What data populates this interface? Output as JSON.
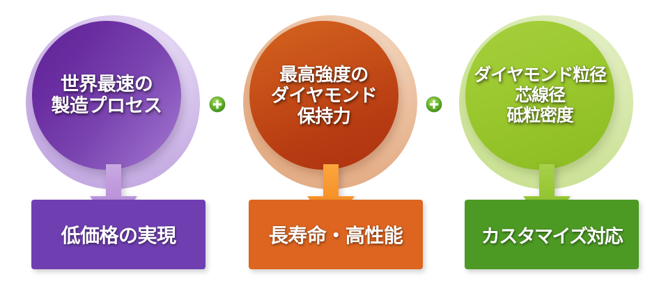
{
  "diagram": {
    "type": "three-column-cause-effect",
    "background_color": "#ffffff",
    "connector_icon": "plus-icon",
    "connectors": [
      {
        "symbol": "+",
        "name": "plus-connector-1"
      },
      {
        "symbol": "+",
        "name": "plus-connector-2"
      }
    ],
    "columns": [
      {
        "id": "speed",
        "cause": "世界最速の\n製造プロセス",
        "effect": "低価格の実現",
        "circle_color": "#6b2ea2",
        "ring_color": "#c8b0e4",
        "box_color": "#6f3fb2",
        "arrow_color": "#b98fd6"
      },
      {
        "id": "strength",
        "cause": "最高強度の\nダイヤモンド\n保持力",
        "effect": "長寿命・高性能",
        "circle_color": "#c64f18",
        "ring_color": "#e5b08a",
        "box_color": "#dd6520",
        "arrow_color": "#f5942c"
      },
      {
        "id": "customize",
        "cause": "ダイヤモンド粒径\n芯線径\n砥粒密度",
        "effect": "カスタマイズ対応",
        "circle_color": "#9cc930",
        "ring_color": "#cde39a",
        "box_color": "#4c9a24",
        "arrow_color": "#92c832"
      }
    ]
  }
}
